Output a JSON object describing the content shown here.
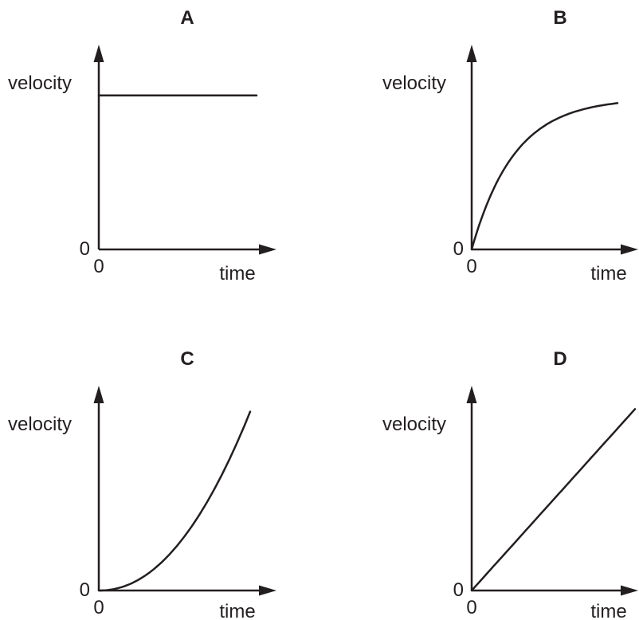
{
  "chart_data": [
    {
      "type": "line",
      "title": "A",
      "xlabel": "time",
      "ylabel": "velocity",
      "x_origin_label": "0",
      "y_origin_label": "0",
      "xlim": [
        0,
        1
      ],
      "ylim": [
        0,
        1
      ],
      "curve_shape": "constant",
      "series": [
        {
          "x": [
            0,
            1
          ],
          "y": [
            0.84,
            0.84
          ]
        }
      ]
    },
    {
      "type": "line",
      "title": "B",
      "xlabel": "time",
      "ylabel": "velocity",
      "x_origin_label": "0",
      "y_origin_label": "0",
      "xlim": [
        0,
        1
      ],
      "ylim": [
        0,
        1
      ],
      "curve_shape": "decelerating",
      "series": [
        {
          "x": [
            0,
            0.25,
            0.5,
            0.75,
            1
          ],
          "y": [
            0,
            0.48,
            0.7,
            0.8,
            0.85
          ]
        }
      ]
    },
    {
      "type": "line",
      "title": "C",
      "xlabel": "time",
      "ylabel": "velocity",
      "x_origin_label": "0",
      "y_origin_label": "0",
      "xlim": [
        0,
        1
      ],
      "ylim": [
        0,
        1
      ],
      "curve_shape": "accelerating",
      "series": [
        {
          "x": [
            0,
            0.25,
            0.5,
            0.75,
            1
          ],
          "y": [
            0,
            0.06,
            0.22,
            0.5,
            0.87
          ]
        }
      ]
    },
    {
      "type": "line",
      "title": "D",
      "xlabel": "time",
      "ylabel": "velocity",
      "x_origin_label": "0",
      "y_origin_label": "0",
      "xlim": [
        0,
        1
      ],
      "ylim": [
        0,
        1
      ],
      "curve_shape": "linear",
      "series": [
        {
          "x": [
            0,
            1
          ],
          "y": [
            0,
            0.9
          ]
        }
      ]
    }
  ]
}
